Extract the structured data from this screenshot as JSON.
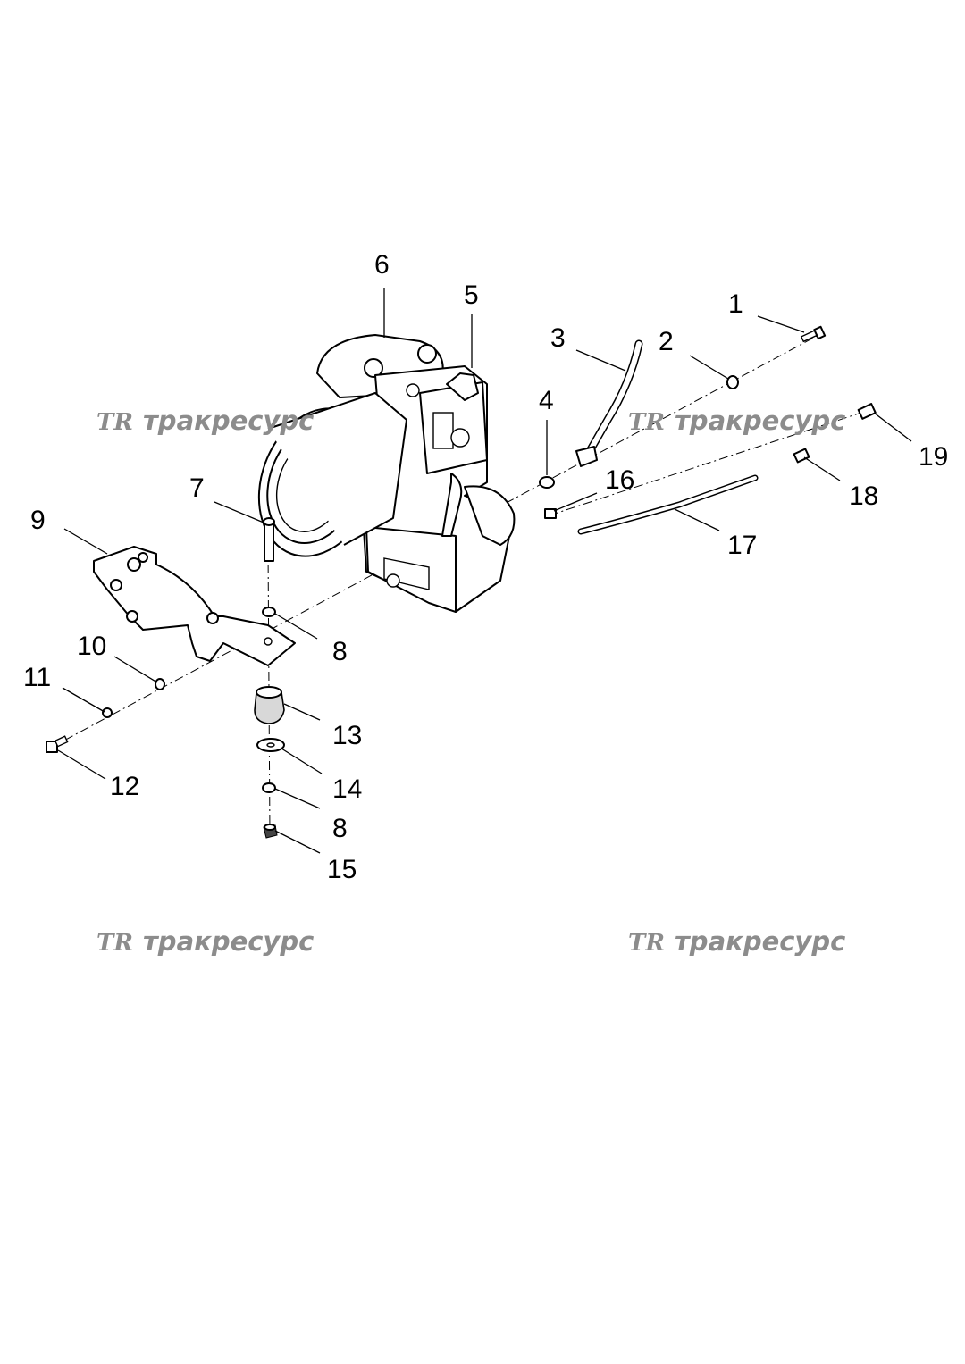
{
  "callouts": {
    "c1": "1",
    "c2": "2",
    "c3": "3",
    "c4": "4",
    "c5": "5",
    "c6": "6",
    "c7": "7",
    "c8a": "8",
    "c8b": "8",
    "c9": "9",
    "c10": "10",
    "c11": "11",
    "c12": "12",
    "c13": "13",
    "c14": "14",
    "c15": "15",
    "c16": "16",
    "c17": "17",
    "c18": "18",
    "c19": "19"
  },
  "watermark": {
    "logo": "TR",
    "text": "тракресурс",
    "color": "#8c8c8c"
  }
}
